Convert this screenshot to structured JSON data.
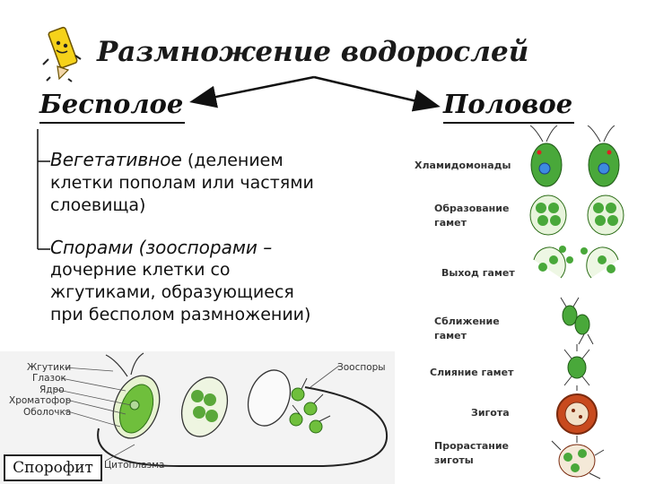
{
  "title": "Размножение водорослей",
  "branches": {
    "asexual": "Бесполое",
    "sexual": "Половое"
  },
  "asexual_types": {
    "vegetative": {
      "lead": "Вегетативное",
      "rest": " (делением",
      "line2": "клетки пополам или частями",
      "line3": "слоевища)"
    },
    "spores": {
      "lead": "Спорами (зооспорами –",
      "line2": "дочерние клетки со",
      "line3": "жгутиками, образующиеся",
      "line4": "при бесполом размножении)"
    }
  },
  "left_figure": {
    "labels": [
      "Жгутики",
      "Глазок",
      "Ядро",
      "Хроматофор",
      "Оболочка"
    ],
    "zoospores": "Зооспоры",
    "cytoplasm": "Цитоплазма",
    "sporophyte": "Спорофит"
  },
  "right_figure": {
    "labels": [
      "Хламидомонады",
      "Образование гамет",
      "Выход гамет",
      "Сближение гамет",
      "Слияние гамет",
      "Зигота",
      "Прорастание зиготы"
    ]
  },
  "colors": {
    "cell_green": "#49a83a",
    "zygote_red": "#c84a1e",
    "pencil_yellow": "#f5d21a"
  }
}
